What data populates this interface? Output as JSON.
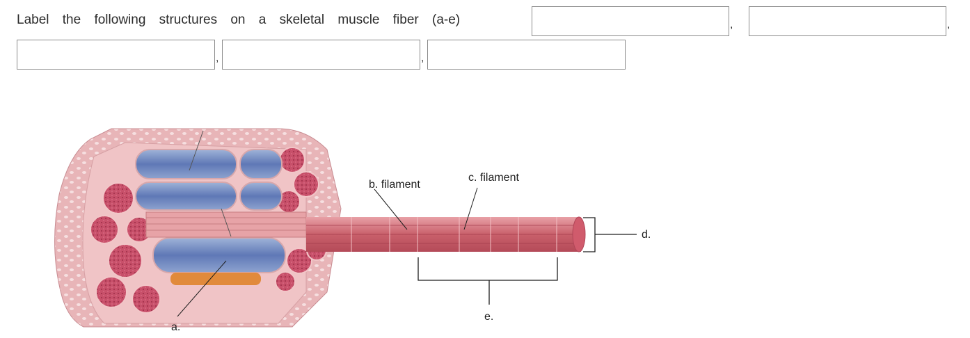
{
  "question": {
    "prompt": "Label the following structures on a skeletal muscle fiber (a-e)",
    "separator": ","
  },
  "answers": [
    "",
    "",
    "",
    "",
    ""
  ],
  "figure": {
    "labels": {
      "a": "a.",
      "b": "b. filament",
      "c": "c. filament",
      "d": "d.",
      "e": "e."
    }
  }
}
